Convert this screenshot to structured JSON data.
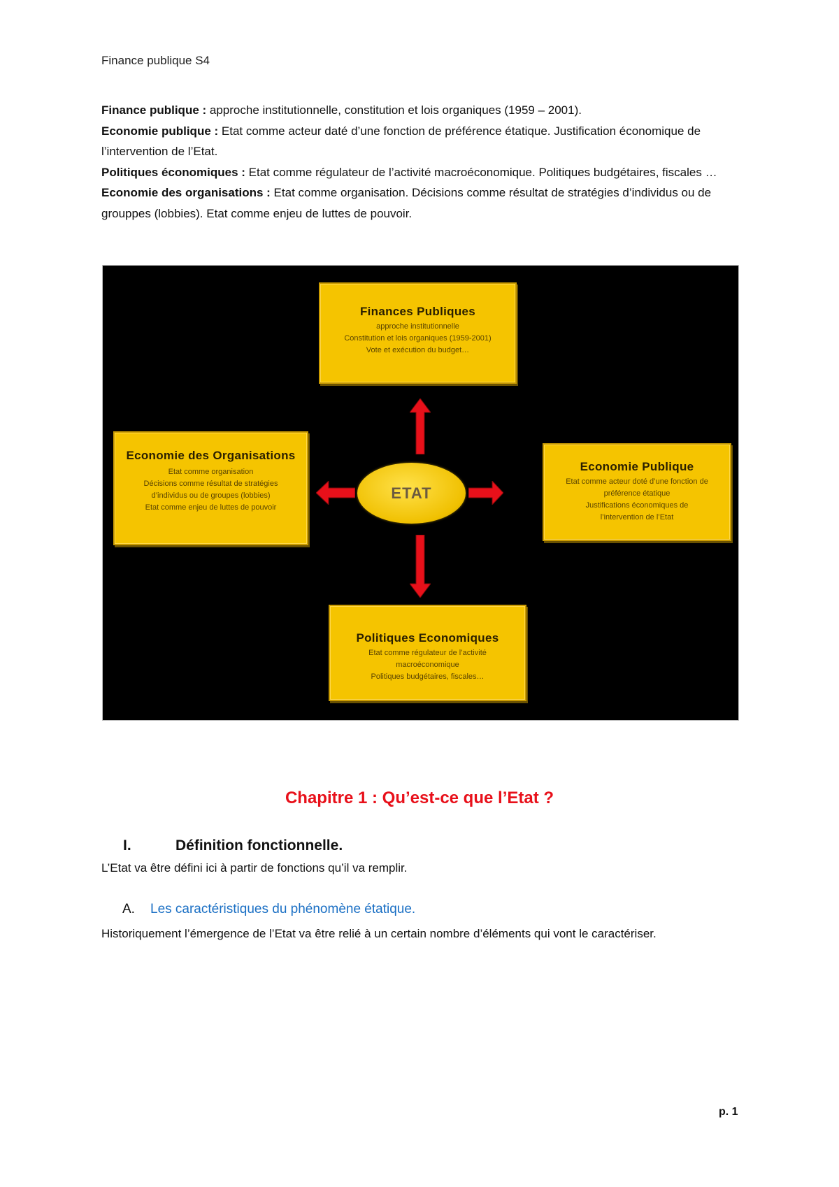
{
  "header": {
    "title": "Finance publique S4"
  },
  "intro": [
    {
      "label": "Finance publique :",
      "text": " approche institutionnelle, constitution et lois organiques (1959 – 2001)."
    },
    {
      "label": "Economie publique :",
      "text": " Etat comme acteur daté d’une fonction de préférence étatique. Justification économique de l’intervention de l’Etat."
    },
    {
      "label": "Politiques économiques :",
      "text": " Etat comme régulateur de l’activité macroéconomique. Politiques budgétaires, fiscales …"
    },
    {
      "label": "Economie des organisations :",
      "text": " Etat comme organisation. Décisions comme résultat de stratégies d’individus ou de grouppes (lobbies). Etat comme enjeu de luttes de pouvoir."
    }
  ],
  "diagram": {
    "center": "ETAT",
    "colors": {
      "background": "#000000",
      "box": "#f5c400",
      "arrow": "#e8101a"
    },
    "top": {
      "title": "Finances Publiques",
      "lines": [
        "approche institutionnelle",
        "Constitution et lois organiques (1959-2001)",
        "Vote et exécution du budget…"
      ]
    },
    "left": {
      "title": "Economie des Organisations",
      "lines": [
        "Etat comme organisation",
        "Décisions comme résultat de stratégies",
        "d’individus ou de groupes (lobbies)",
        "Etat comme enjeu de luttes de pouvoir"
      ]
    },
    "right": {
      "title": "Economie Publique",
      "lines": [
        "Etat comme acteur doté d’une fonction de",
        "préférence étatique",
        "Justifications économiques de",
        "l’intervention de l’Etat"
      ]
    },
    "bottom": {
      "title": "Politiques Economiques",
      "lines": [
        "Etat comme régulateur de l’activité",
        "macroéconomique",
        "Politiques budgétaires, fiscales…"
      ]
    }
  },
  "chapter": {
    "title": "Chapitre 1 : Qu’est-ce que l’Etat ?",
    "color": "#e8101a"
  },
  "section": {
    "number": "I.",
    "title": "Définition fonctionnelle."
  },
  "section_para": "L’Etat va être défini ici à partir de fonctions qu’il va remplir.",
  "subsection": {
    "letter": "A.",
    "title": "Les caractéristiques du phénomène étatique.",
    "color": "#1a6fc4"
  },
  "subsection_para": "Historiquement l’émergence de l’Etat va être relié à un certain nombre d’éléments qui vont le caractériser.",
  "footer": {
    "page": "p. 1"
  }
}
